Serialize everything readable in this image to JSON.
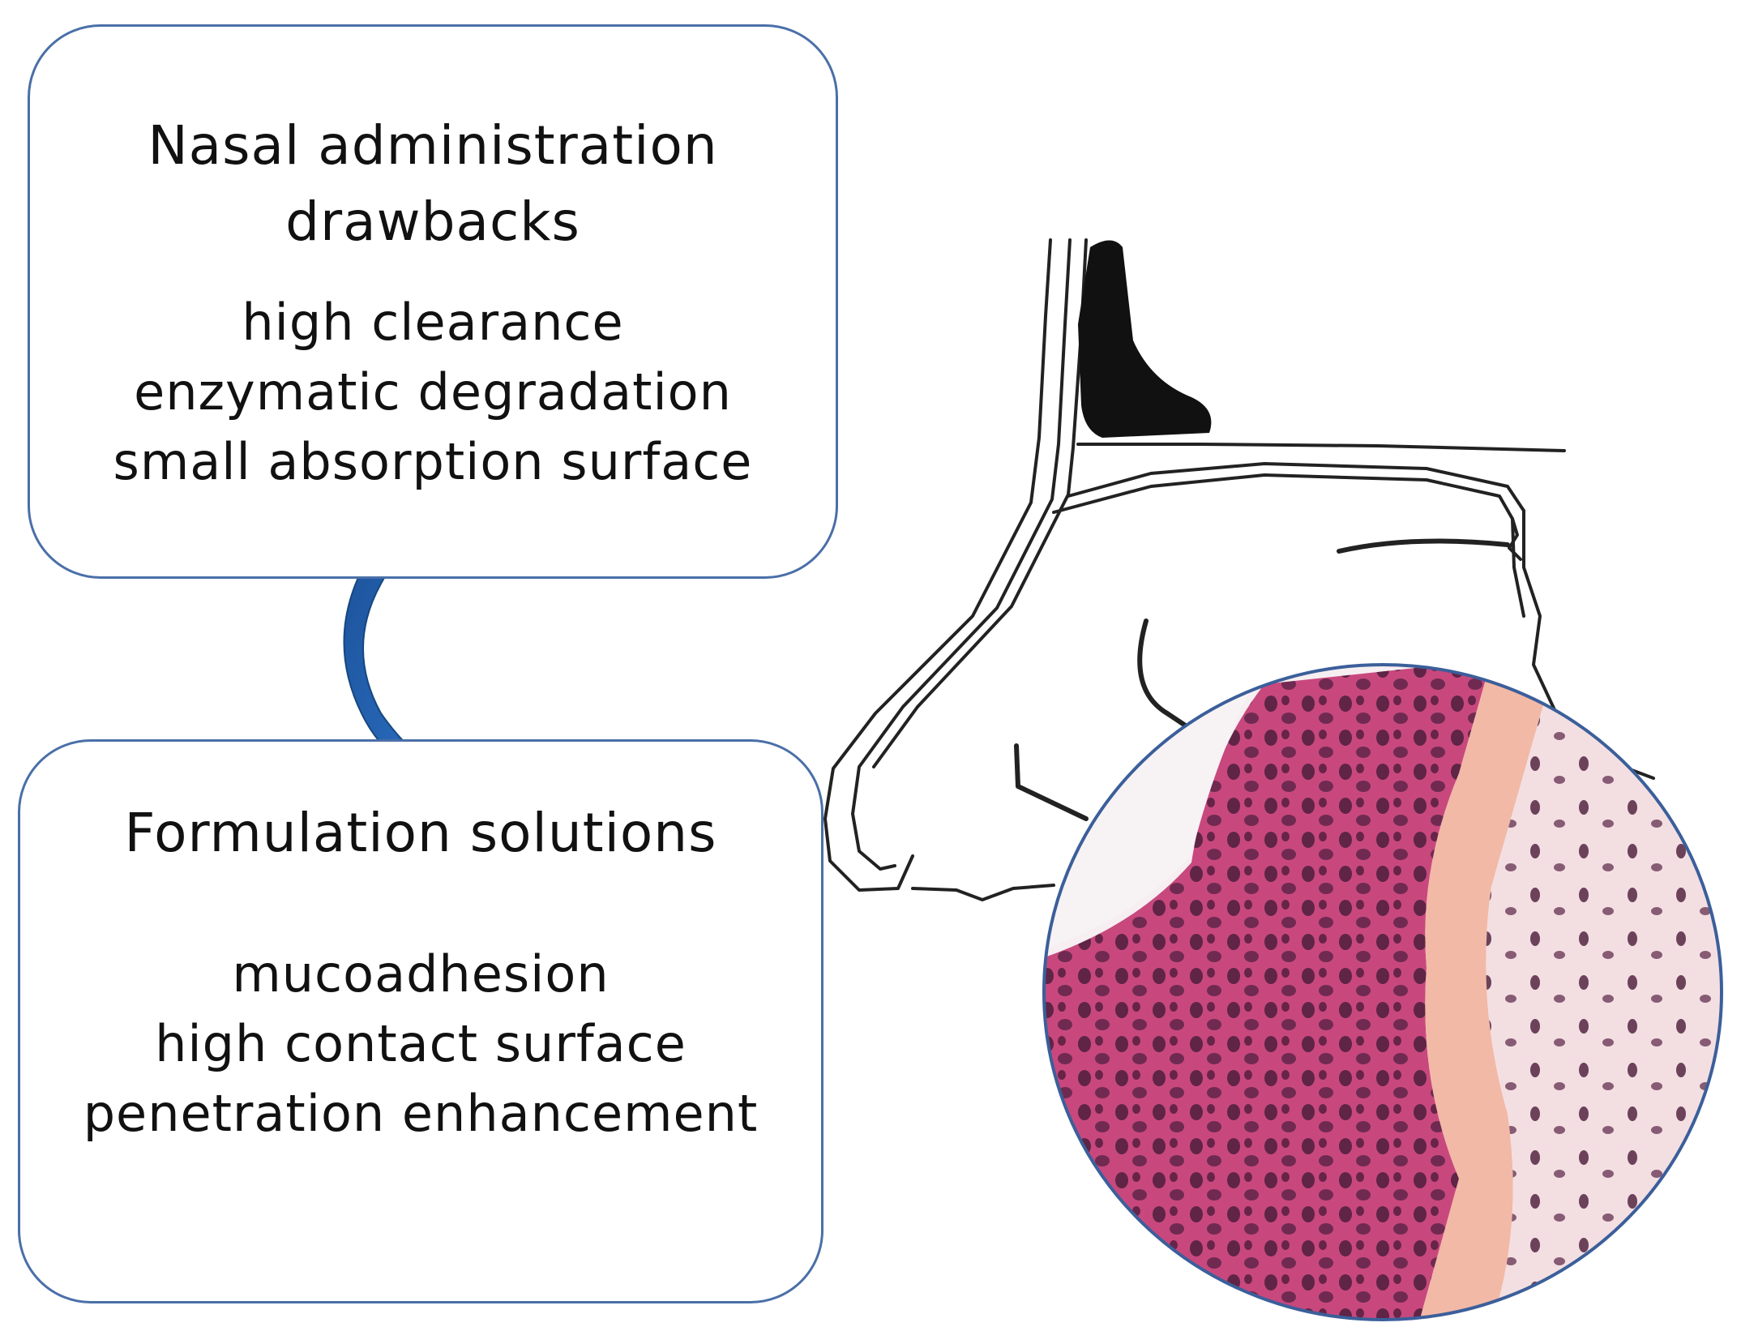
{
  "drawbacks": {
    "title_line1": "Nasal administration",
    "title_line2": "drawbacks",
    "items": [
      "high clearance",
      "enzymatic degradation",
      "small absorption surface"
    ]
  },
  "solutions": {
    "title": "Formulation solutions",
    "items": [
      "mucoadhesion",
      "high contact surface",
      "penetration enhancement"
    ]
  },
  "colors": {
    "box_border": "#4a6fa8",
    "arrow": "#1f5fae",
    "tissue_pink": "#c8487e",
    "lamina": "#f2b9a6",
    "nuclei": "#4d1d3c"
  },
  "icons": {
    "arrow": "curved-arrow-icon",
    "nose": "nose-outline-icon",
    "histology": "histology-circle-icon"
  }
}
